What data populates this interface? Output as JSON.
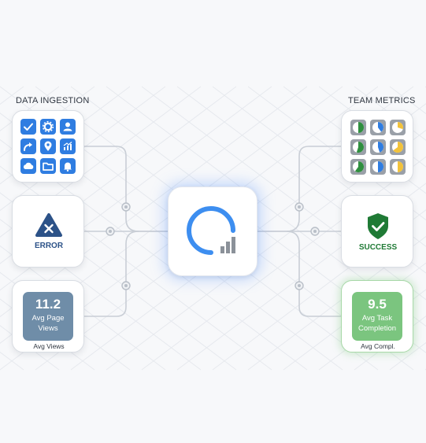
{
  "left_panel": {
    "title": "DATA INGESTION",
    "icons": [
      "check-icon",
      "gear-icon",
      "user-icon",
      "share-icon",
      "location-pin-icon",
      "chart-icon",
      "cloud-icon",
      "folder-icon",
      "bell-icon"
    ],
    "error": {
      "label": "ERROR",
      "icon": "warning-triangle-icon",
      "color": "#2c5288"
    },
    "metric": {
      "value": "11.2",
      "line1": "Avg Page",
      "line2": "Views",
      "caption": "Avg Views",
      "color": "#6f8da8"
    }
  },
  "right_panel": {
    "title": "TEAM METRICS",
    "pies": [
      {
        "fill": 0.5,
        "color": "#2f8f3f"
      },
      {
        "fill": 0.4,
        "color": "#2f7de1"
      },
      {
        "fill": 0.3,
        "color": "#f2c23b"
      },
      {
        "fill": 0.55,
        "color": "#2f8f3f"
      },
      {
        "fill": 0.45,
        "color": "#2f7de1"
      },
      {
        "fill": 0.65,
        "color": "#f2c23b"
      },
      {
        "fill": 0.6,
        "color": "#2f8f3f"
      },
      {
        "fill": 0.5,
        "color": "#2f7de1"
      },
      {
        "fill": 0.5,
        "color": "#f2c23b"
      }
    ],
    "success": {
      "label": "SUCCESS",
      "icon": "shield-check-icon",
      "color": "#1f7a35"
    },
    "metric": {
      "value": "9.5",
      "line1": "Avg Task",
      "line2": "Completion",
      "caption": "Avg Compl.",
      "color": "#7bc57f"
    }
  },
  "hub": {
    "icon": "analytics-logo-icon",
    "accent": "#3d8ef0"
  }
}
